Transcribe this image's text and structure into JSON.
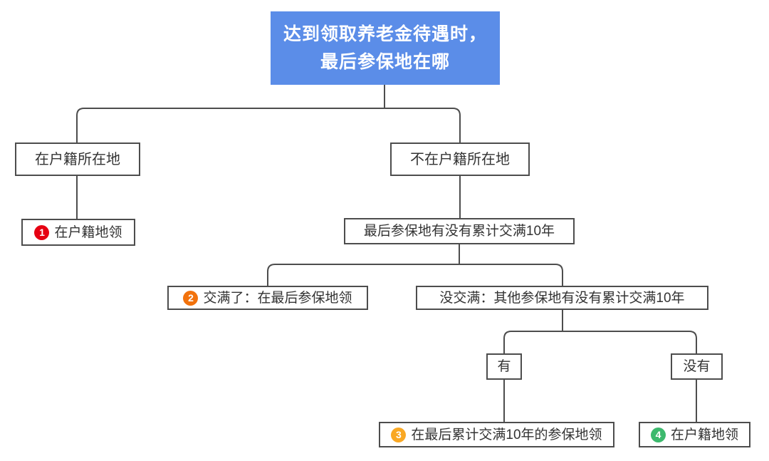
{
  "colors": {
    "background": "#ffffff",
    "root_bg": "#5b8de8",
    "root_text": "#ffffff",
    "box_border": "#4d4d4d",
    "connector_line": "#4d4d4d",
    "text": "#333333",
    "badge1": "#e60012",
    "badge2": "#f2720c",
    "badge3": "#f9a824",
    "badge4": "#3cb96d"
  },
  "nodes": {
    "root": {
      "line1": "达到领取养老金待遇时，",
      "line2": "最后参保地在哪"
    },
    "branch_registered": {
      "label": "在户籍所在地"
    },
    "branch_not_registered": {
      "label": "不在户籍所在地"
    },
    "result_1": {
      "badge": "1",
      "label": "在户籍地领"
    },
    "question_last_place_10yrs": {
      "label": "最后参保地有没有累计交满10年"
    },
    "result_2": {
      "badge": "2",
      "label": "交满了：在最后参保地领"
    },
    "question_other_place_10yrs": {
      "label": "没交满：其他参保地有没有累计交满10年"
    },
    "answer_yes": {
      "label": "有"
    },
    "answer_no": {
      "label": "没有"
    },
    "result_3": {
      "badge": "3",
      "label": "在最后累计交满10年的参保地领"
    },
    "result_4": {
      "badge": "4",
      "label": "在户籍地领"
    }
  }
}
